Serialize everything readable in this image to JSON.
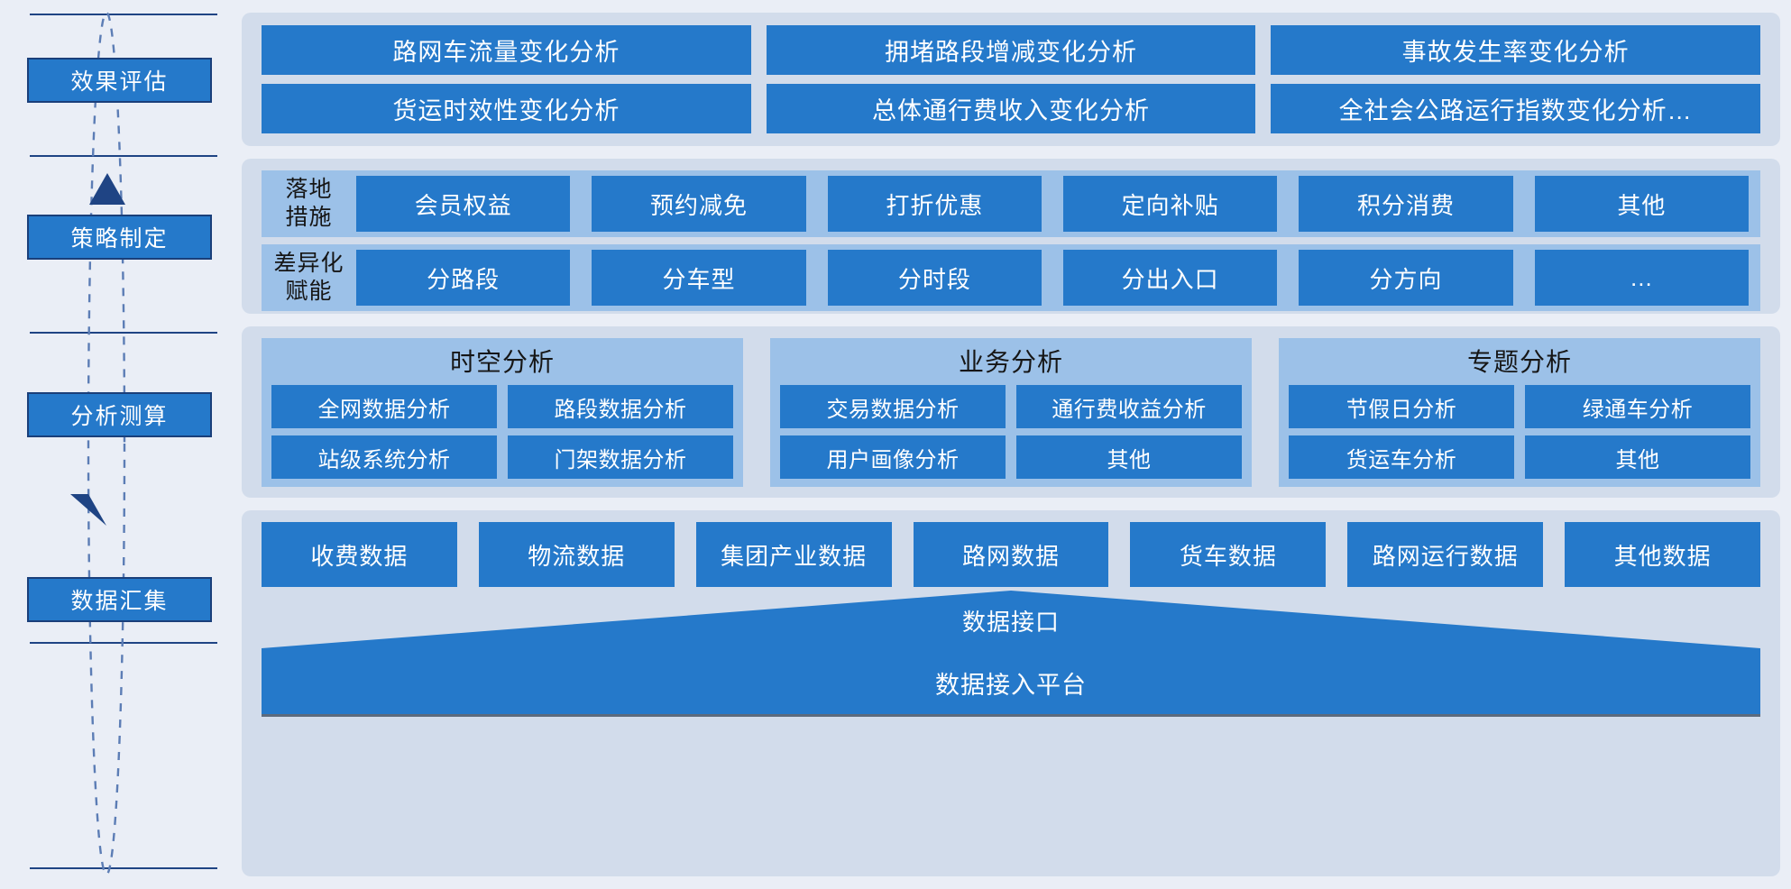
{
  "rail": {
    "stages": [
      {
        "label": "效果评估"
      },
      {
        "label": "策略制定"
      },
      {
        "label": "分析测算"
      },
      {
        "label": "数据汇集"
      }
    ],
    "arrows": [
      {
        "name": "cycle-arrow-up",
        "direction": "up"
      },
      {
        "name": "cycle-arrow-down",
        "direction": "down"
      }
    ]
  },
  "effect_section": {
    "items": [
      "路网车流量变化分析",
      "拥堵路段增减变化分析",
      "事故发生率变化分析",
      "货运时效性变化分析",
      "总体通行费收入变化分析",
      "全社会公路运行指数变化分析…"
    ]
  },
  "strategy_section": {
    "rows": [
      {
        "label": "落地\n措施",
        "label_line1": "落地",
        "label_line2": "措施",
        "items": [
          "会员权益",
          "预约减免",
          "打折优惠",
          "定向补贴",
          "积分消费",
          "其他"
        ]
      },
      {
        "label": "差异化\n赋能",
        "label_line1": "差异化",
        "label_line2": "赋能",
        "items": [
          "分路段",
          "分车型",
          "分时段",
          "分出入口",
          "分方向",
          "…"
        ]
      }
    ]
  },
  "analysis_section": {
    "panels": [
      {
        "title": "时空分析",
        "items": [
          "全网数据分析",
          "路段数据分析",
          "站级系统分析",
          "门架数据分析"
        ]
      },
      {
        "title": "业务分析",
        "items": [
          "交易数据分析",
          "通行费收益分析",
          "用户画像分析",
          "其他"
        ]
      },
      {
        "title": "专题分析",
        "items": [
          "节假日分析",
          "绿通车分析",
          "货运车分析",
          "其他"
        ]
      }
    ]
  },
  "data_section": {
    "sources": [
      "收费数据",
      "物流数据",
      "集团产业数据",
      "路网数据",
      "货车数据",
      "路网运行数据",
      "其他数据"
    ],
    "interface_label": "数据接口",
    "platform_label": "数据接入平台"
  },
  "colors": {
    "page_background": "#eaeef6",
    "panel_background": "#d2dceb",
    "band_background": "#9cc1e8",
    "accent_blue": "#2579ca",
    "navy": "#1f4484",
    "text_light": "#ffffff",
    "text_dark": "#161616"
  }
}
